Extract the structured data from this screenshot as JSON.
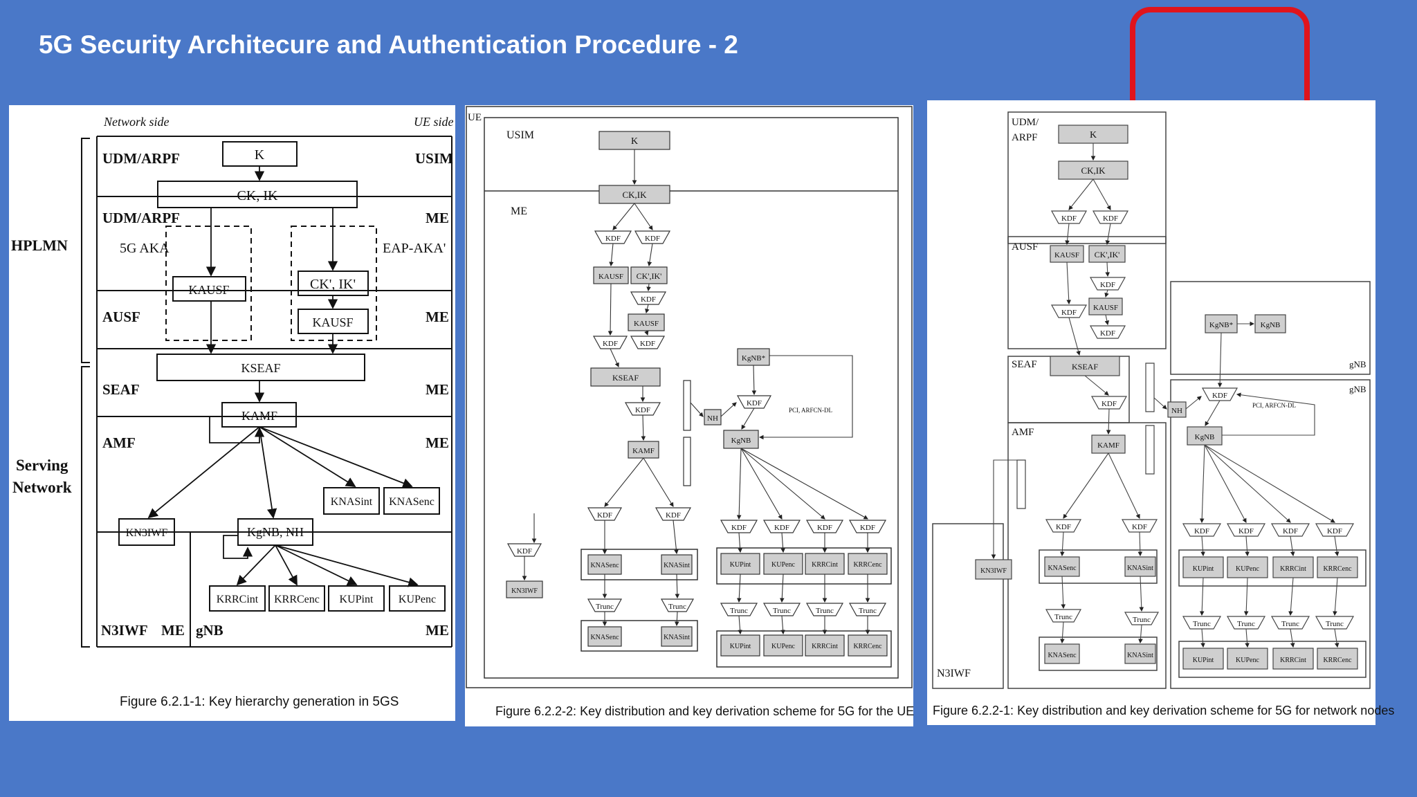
{
  "slide": {
    "title": "5G Security Architecure and Authentication Procedure - 2",
    "accent_color": "#e0141c",
    "background_color": "#4a78c8"
  },
  "fig1": {
    "network_side": "Network side",
    "ue_side": "UE side",
    "hplmn": "HPLMN",
    "serving": "Serving",
    "network": "Network",
    "udm_arpf": "UDM/ARPF",
    "usim": "USIM",
    "me": "ME",
    "ausf": "AUSF",
    "seaf": "SEAF",
    "amf": "AMF",
    "n3iwf": "N3IWF",
    "gnb": "gNB",
    "k": "K",
    "ck_ik": "CK, IK",
    "ck_ik_prime": "CK', IK'",
    "aka": "5G AKA",
    "eap": "EAP-AKA'",
    "k_ausf": "KAUSF",
    "k_seaf": "KSEAF",
    "k_amf": "KAMF",
    "k_nasint": "KNASint",
    "k_nasenc": "KNASenc",
    "k_n3iwf": "KN3IWF",
    "k_gnb_nh": "KgNB, NH",
    "k_rrcint": "KRRCint",
    "k_rrcenc": "KRRCenc",
    "k_upint": "KUPint",
    "k_upenc": "KUPenc",
    "caption": "Figure 6.2.1-1: Key hierarchy generation in 5GS"
  },
  "fig2": {
    "ue": "UE",
    "usim": "USIM",
    "me": "ME",
    "k": "K",
    "ck_ik": "CK,IK",
    "kdf": "KDF",
    "k_ausf": "KAUSF",
    "ck_ik_prime": "CK',IK'",
    "k_seaf": "KSEAF",
    "k_amf": "KAMF",
    "k_gnb_star": "KgNB*",
    "k_gnb": "KgNB",
    "nh": "NH",
    "trunc": "Trunc",
    "k_n3iwf": "KN3IWF",
    "k_nasenc": "KNASenc",
    "k_nasint": "KNASint",
    "k_upint": "KUPint",
    "k_upenc": "KUPenc",
    "k_rrcint": "KRRCint",
    "k_rrcenc": "KRRCenc",
    "pci_arfcn": "PCI, ARFCN-DL",
    "caption": "Figure 6.2.2-2: Key distribution and key derivation scheme for 5G for the UE"
  },
  "fig3": {
    "udm": "UDM/",
    "arpf": "ARPF",
    "ausf": "AUSF",
    "seaf": "SEAF",
    "amf": "AMF",
    "n3iwf": "N3IWF",
    "gnb": "gNB",
    "k": "K",
    "ck_ik": "CK,IK",
    "kdf": "KDF",
    "k_ausf": "KAUSF",
    "ck_ik_prime": "CK',IK'",
    "k_seaf": "KSEAF",
    "k_amf": "KAMF",
    "k_gnb_star": "KgNB*",
    "k_gnb": "KgNB",
    "nh": "NH",
    "trunc": "Trunc",
    "k_n3iwf": "KN3IWF",
    "k_nasenc": "KNASenc",
    "k_nasint": "KNASint",
    "k_upint": "KUPint",
    "k_upenc": "KUPenc",
    "k_rrcint": "KRRCint",
    "k_rrcenc": "KRRCenc",
    "pci_arfcn": "PCI, ARFCN-DL",
    "caption": "Figure 6.2.2-1: Key distribution and key derivation scheme for 5G for network nodes"
  }
}
